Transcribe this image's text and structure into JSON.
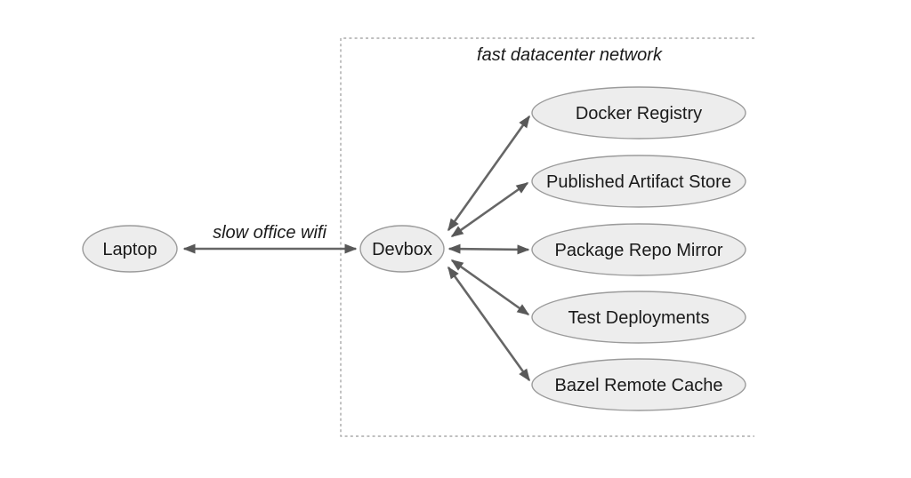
{
  "diagram": {
    "type": "network-diagram",
    "cluster": {
      "label": "fast datacenter network",
      "border_style": "dashed"
    },
    "nodes": [
      {
        "id": "laptop",
        "label": "Laptop"
      },
      {
        "id": "devbox",
        "label": "Devbox"
      },
      {
        "id": "docker-registry",
        "label": "Docker Registry"
      },
      {
        "id": "published-artifact-store",
        "label": "Published Artifact Store"
      },
      {
        "id": "package-repo-mirror",
        "label": "Package Repo Mirror"
      },
      {
        "id": "test-deployments",
        "label": "Test Deployments"
      },
      {
        "id": "bazel-remote-cache",
        "label": "Bazel Remote Cache"
      }
    ],
    "edges": [
      {
        "from": "laptop",
        "to": "devbox",
        "label": "slow office wifi",
        "direction": "bidirectional"
      },
      {
        "from": "devbox",
        "to": "docker-registry",
        "label": "",
        "direction": "bidirectional"
      },
      {
        "from": "devbox",
        "to": "published-artifact-store",
        "label": "",
        "direction": "bidirectional"
      },
      {
        "from": "devbox",
        "to": "package-repo-mirror",
        "label": "",
        "direction": "bidirectional"
      },
      {
        "from": "devbox",
        "to": "test-deployments",
        "label": "",
        "direction": "bidirectional"
      },
      {
        "from": "devbox",
        "to": "bazel-remote-cache",
        "label": "",
        "direction": "bidirectional"
      }
    ],
    "colors": {
      "background": "#ffffff",
      "node_fill": "#ededed",
      "node_stroke": "#9b9b9b",
      "edge": "#666666",
      "arrowhead": "#585858",
      "text": "#1a1a1a",
      "cluster_border": "#999999"
    }
  }
}
